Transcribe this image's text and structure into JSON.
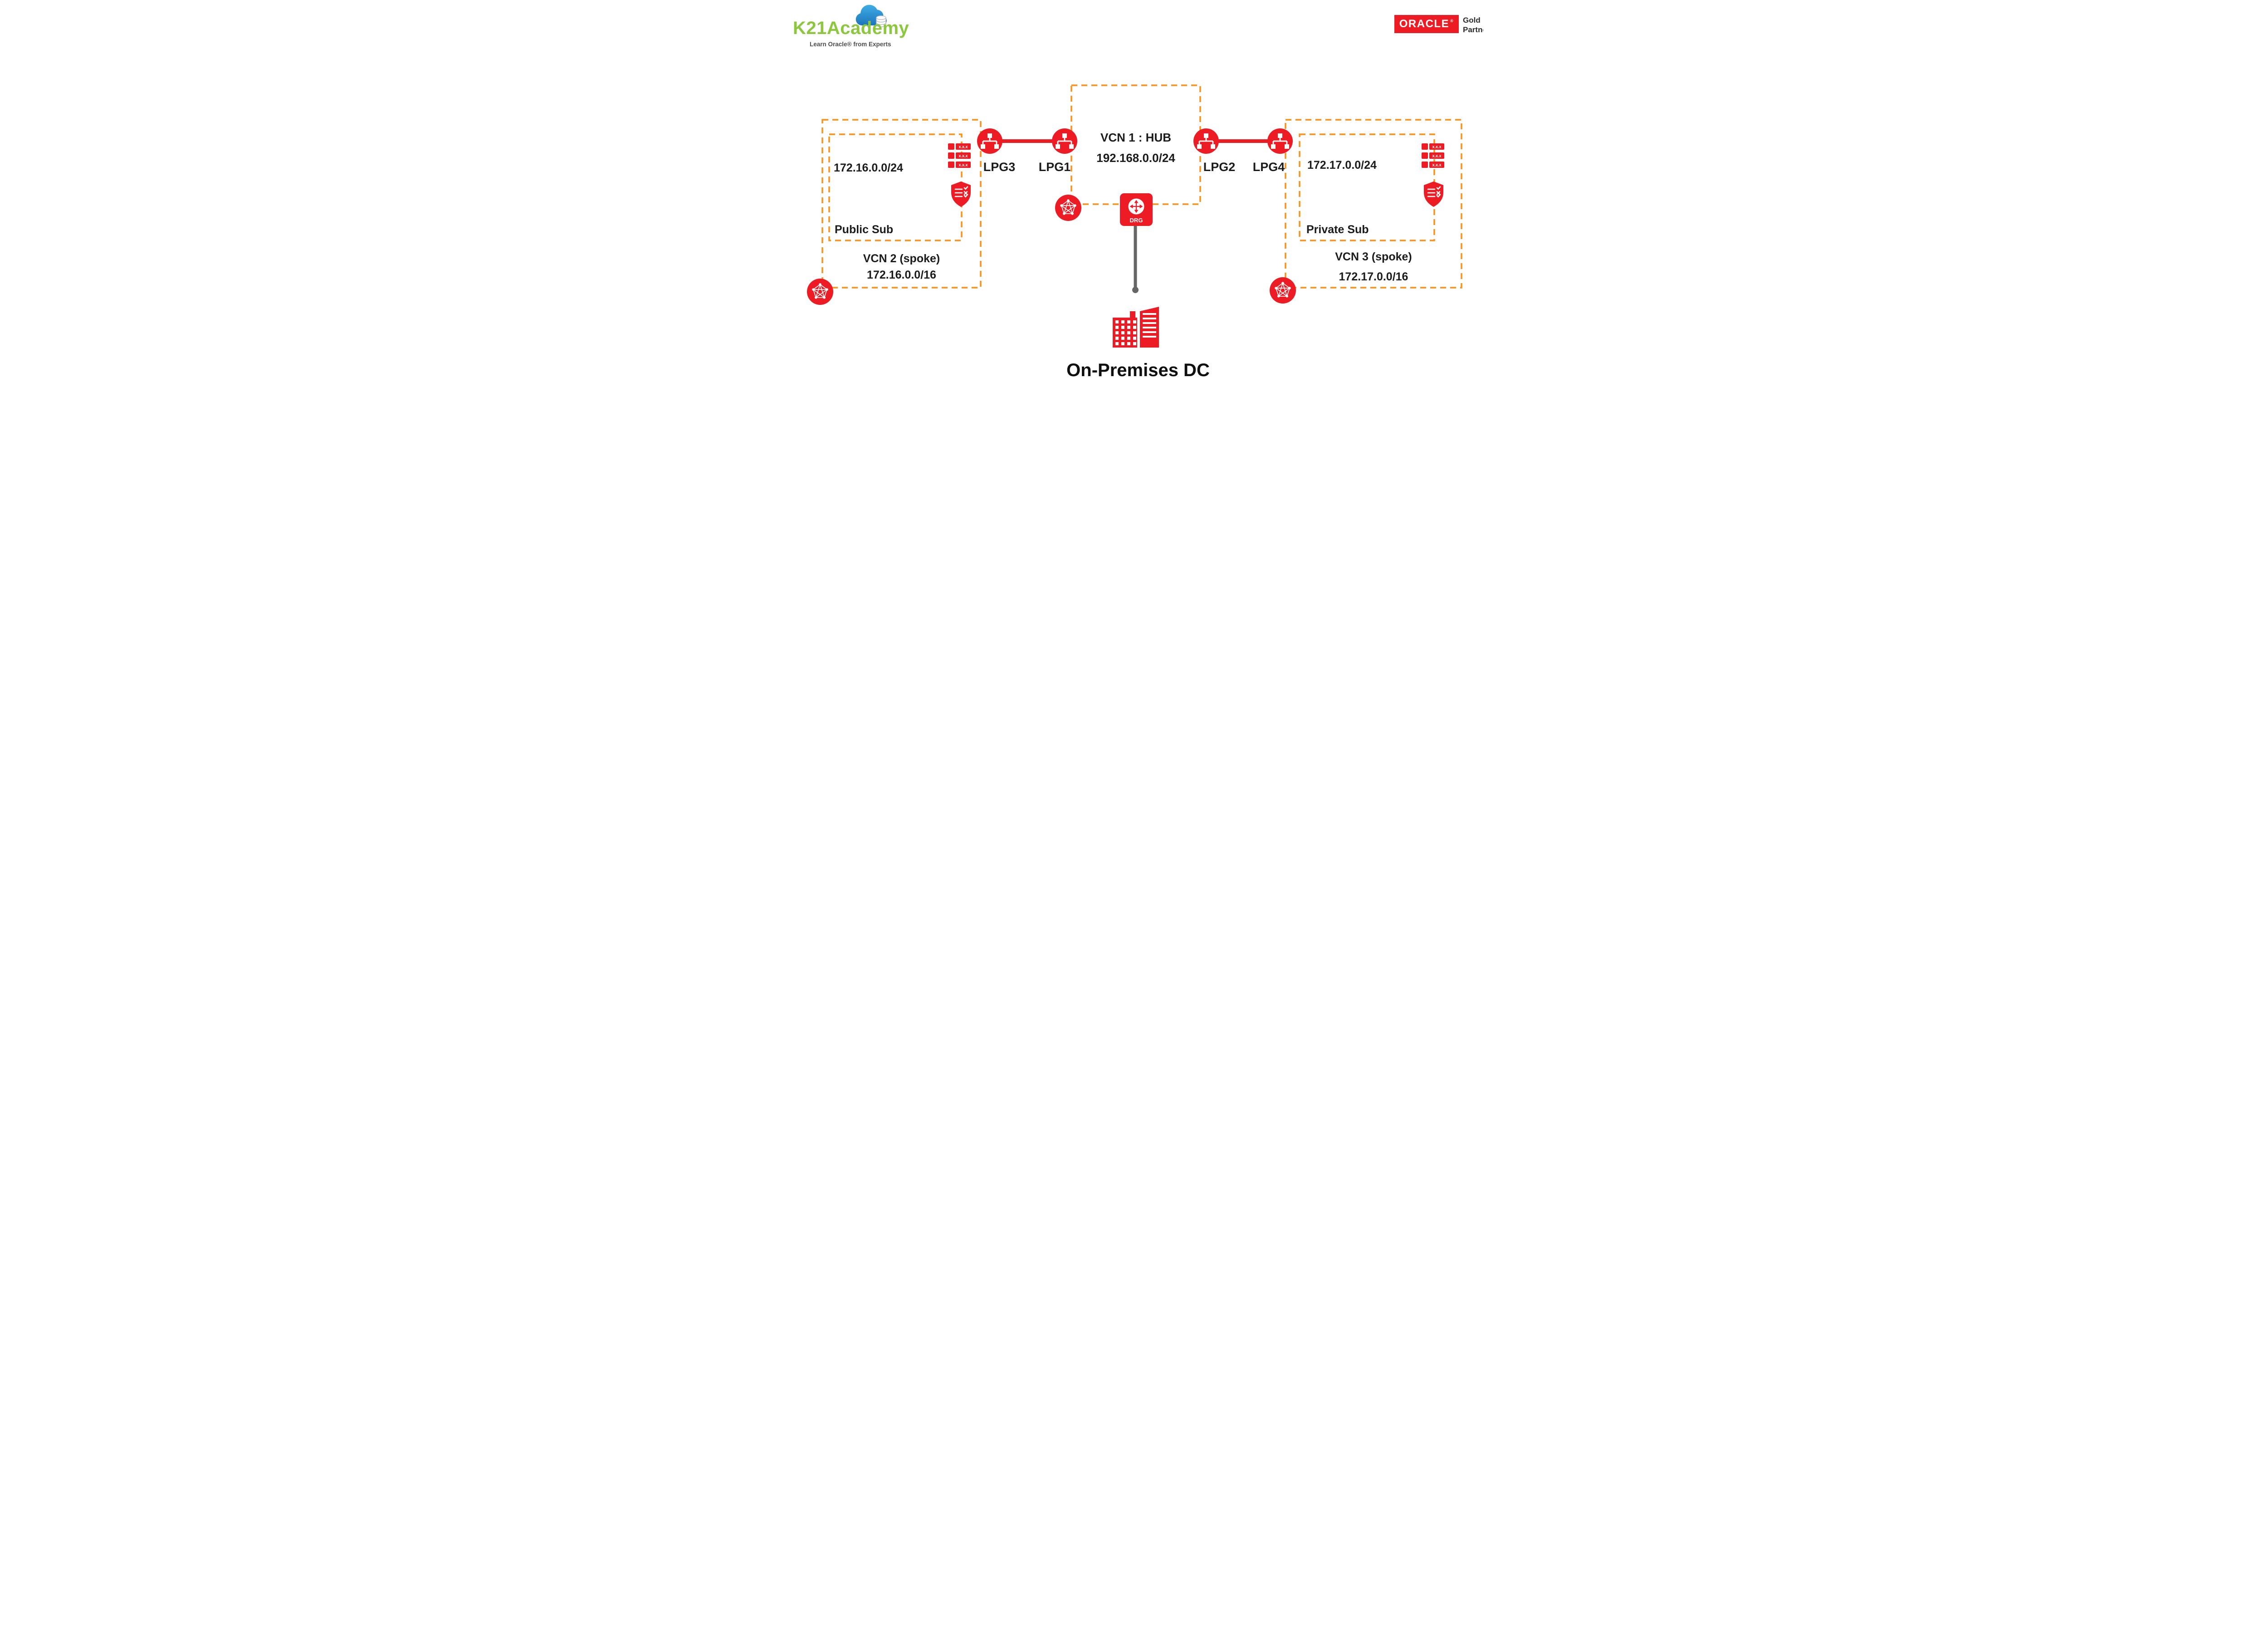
{
  "branding": {
    "k21": {
      "name": "K21Academy",
      "tagline": "Learn Oracle® from Experts"
    },
    "oracle": {
      "logo": "ORACLE",
      "reg": "®",
      "partner_line1": "Gold",
      "partner_line2": "Partner"
    }
  },
  "hub": {
    "title": "VCN 1 : HUB",
    "cidr": "192.168.0.0/24"
  },
  "spoke_left": {
    "subnet_cidr": "172.16.0.0/24",
    "subnet_name": "Public Sub",
    "vcn_name": "VCN 2 (spoke)",
    "vcn_cidr": "172.16.0.0/16"
  },
  "spoke_right": {
    "subnet_cidr": "172.17.0.0/24",
    "subnet_name": "Private Sub",
    "vcn_name": "VCN 3 (spoke)",
    "vcn_cidr": "172.17.0.0/16"
  },
  "lpgs": [
    {
      "label": "LPG3"
    },
    {
      "label": "LPG1"
    },
    {
      "label": "LPG2"
    },
    {
      "label": "LPG4"
    }
  ],
  "drg": {
    "label": "DRG"
  },
  "onprem": {
    "label": "On-Premises DC"
  },
  "route_table": {
    "row_text": "x.x.x"
  },
  "colors": {
    "orange": "#F7941D",
    "red": "#ED1C24",
    "green": "#8DC63F",
    "gray_line": "#666666"
  }
}
